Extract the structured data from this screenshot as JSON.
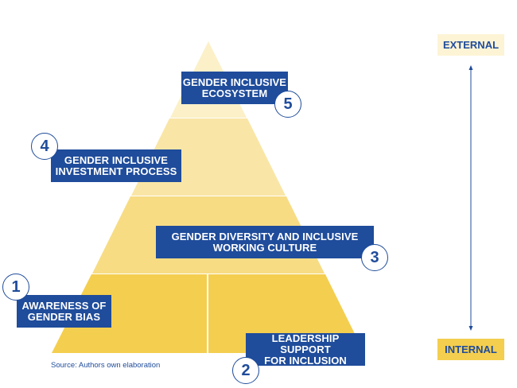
{
  "levels": [
    {
      "number": "1",
      "label_line1": "AWARENESS OF",
      "label_line2": "GENDER BIAS"
    },
    {
      "number": "2",
      "label_line1": "LEADERSHIP SUPPORT",
      "label_line2": "FOR INCLUSION"
    },
    {
      "number": "3",
      "label_line1": "GENDER DIVERSITY AND INCLUSIVE",
      "label_line2": "WORKING CULTURE"
    },
    {
      "number": "4",
      "label_line1": "GENDER INCLUSIVE",
      "label_line2": "INVESTMENT PROCESS"
    },
    {
      "number": "5",
      "label_line1": "GENDER INCLUSIVE",
      "label_line2": "ECOSYSTEM"
    }
  ],
  "scale": {
    "top": "EXTERNAL",
    "bottom": "INTERNAL"
  },
  "source": "Source: Authors own elaboration",
  "colors": {
    "blue": "#1F4C9B",
    "tier1": "#F4CE4E",
    "tier2": "#F7DC84",
    "tier3": "#F9E6A6",
    "tier4": "#FBF0C8"
  }
}
